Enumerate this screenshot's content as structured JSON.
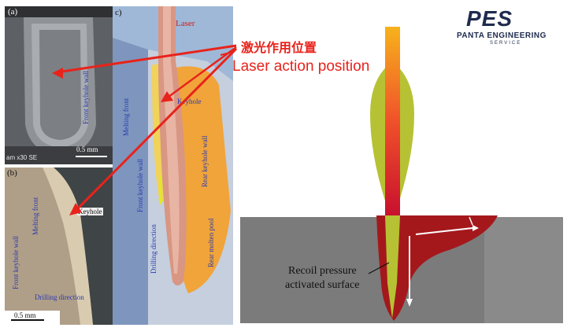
{
  "panel_a": {
    "tag": "(a)",
    "front_keyhole_wall": "Front keyhole wall",
    "scale": "0.5 mm",
    "sem_info": "am x30 SE"
  },
  "panel_b": {
    "tag": "(b)",
    "front_keyhole_wall": "Front keyhole wall",
    "melting_front": "Melting front",
    "keyhole": "Keyhole",
    "drilling_direction": "Drilling direction",
    "scale": "0.5 mm"
  },
  "panel_c": {
    "tag": "c)",
    "laser": "Laser",
    "melting_front": "Melting front",
    "keyhole": "Keyhole",
    "front_keyhole_wall": "Front keyhole wall",
    "rear_keyhole_wall": "Rear keyhole wall",
    "drilling_direction": "Drilling direction",
    "rear_molten_pool": "Rear molten pool"
  },
  "annotation": {
    "chinese": "激光作用位置",
    "english": "Laser action position",
    "color": "#e8231b"
  },
  "logo": {
    "mark": "PES",
    "name": "PANTA ENGINEERING",
    "sub": "SERVICE"
  },
  "schematic": {
    "recoil_line1": "Recoil pressure",
    "recoil_line2": "activated surface"
  }
}
